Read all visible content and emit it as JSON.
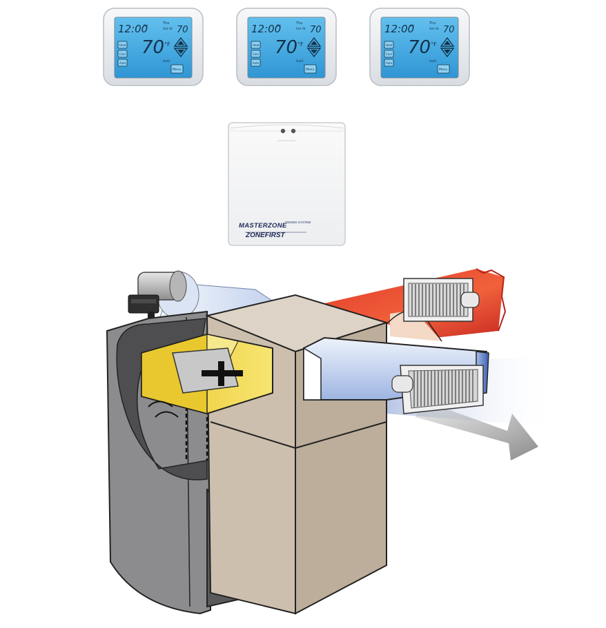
{
  "thermostats": [
    {
      "clock": "12:00",
      "clock_suffix": "PM",
      "day": "Thu",
      "set_label": "Set At",
      "set_temp": "70",
      "room_temp": "70",
      "unit": "°F",
      "left_buttons": [
        "Heat",
        "Cool",
        "Auto"
      ],
      "right_label": "Hold",
      "bottom_button": "Menu"
    },
    {
      "clock": "12:00",
      "clock_suffix": "PM",
      "day": "Thu",
      "set_label": "Set At",
      "set_temp": "70",
      "room_temp": "70",
      "unit": "°F",
      "left_buttons": [
        "Heat",
        "Cool",
        "Auto"
      ],
      "right_label": "Hold",
      "bottom_button": "Menu"
    },
    {
      "clock": "12:00",
      "clock_suffix": "PM",
      "day": "Thu",
      "set_label": "Set At",
      "set_temp": "70",
      "room_temp": "70",
      "unit": "°F",
      "left_buttons": [
        "Heat",
        "Cool",
        "Auto"
      ],
      "right_label": "Hold",
      "bottom_button": "Menu"
    }
  ],
  "control_panel": {
    "brand_main": "MASTERZONE",
    "brand_sub": "ZONING SYSTEM",
    "brand_maker": "ZONEFIRST"
  },
  "colors": {
    "lcd_blue": "#3fa9e0",
    "bezel": "#eef0f2",
    "warm_duct": "#e8452f",
    "cool_duct": "#6f8fd0",
    "yellow_section": "#f2d43a",
    "cabinet": "#cdbfae",
    "return_duct": "#8c8c8e"
  }
}
